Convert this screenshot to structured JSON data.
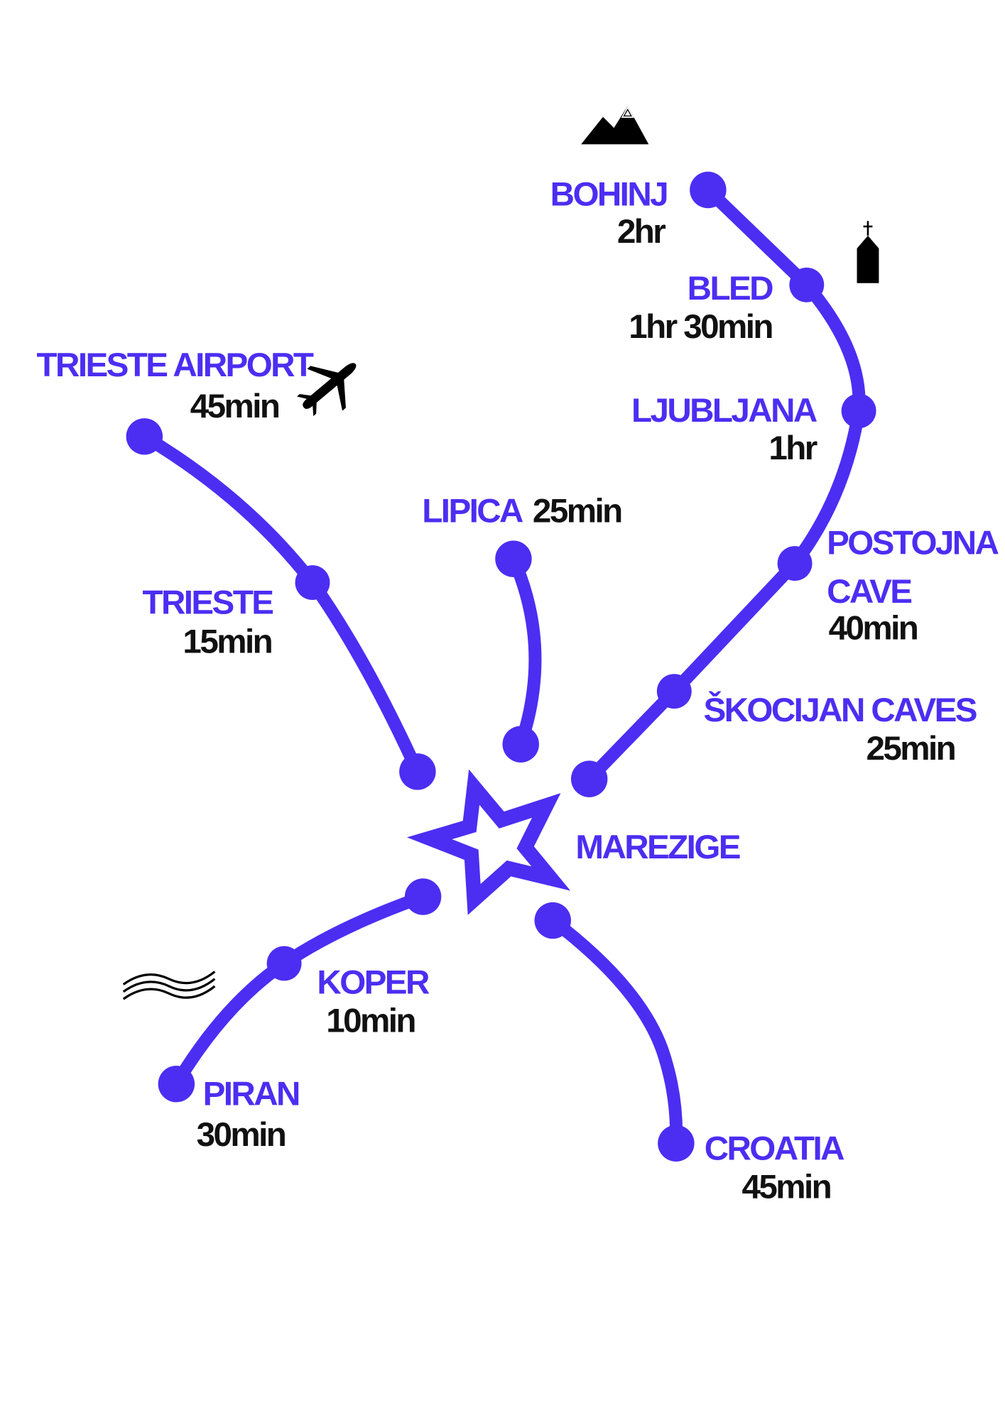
{
  "colors": {
    "route": "#4b2ef2",
    "time_text": "#111111",
    "background": "#ffffff"
  },
  "center": {
    "name": "MAREZIGE",
    "icon": "star-icon"
  },
  "stops": {
    "bohinj": {
      "name": "BOHINJ",
      "time": "2hr"
    },
    "bled": {
      "name": "BLED",
      "time": "1hr 30min"
    },
    "ljubljana": {
      "name": "LJUBLJANA",
      "time": "1hr"
    },
    "postojna": {
      "name_line1": "POSTOJNA",
      "name_line2": "CAVE",
      "time": "40min"
    },
    "skocijan": {
      "name": "ŠKOCIJAN CAVES",
      "time": "25min"
    },
    "trieste_airport": {
      "name": "TRIESTE AIRPORT",
      "time": "45min"
    },
    "trieste": {
      "name": "TRIESTE",
      "time": "15min"
    },
    "lipica": {
      "name": "LIPICA",
      "time": "25min"
    },
    "koper": {
      "name": "KOPER",
      "time": "10min"
    },
    "piran": {
      "name": "PIRAN",
      "time": "30min"
    },
    "croatia": {
      "name": "CROATIA",
      "time": "45min"
    }
  },
  "icons": [
    "mountain-icon",
    "church-icon",
    "airplane-icon",
    "sea-waves-icon"
  ]
}
